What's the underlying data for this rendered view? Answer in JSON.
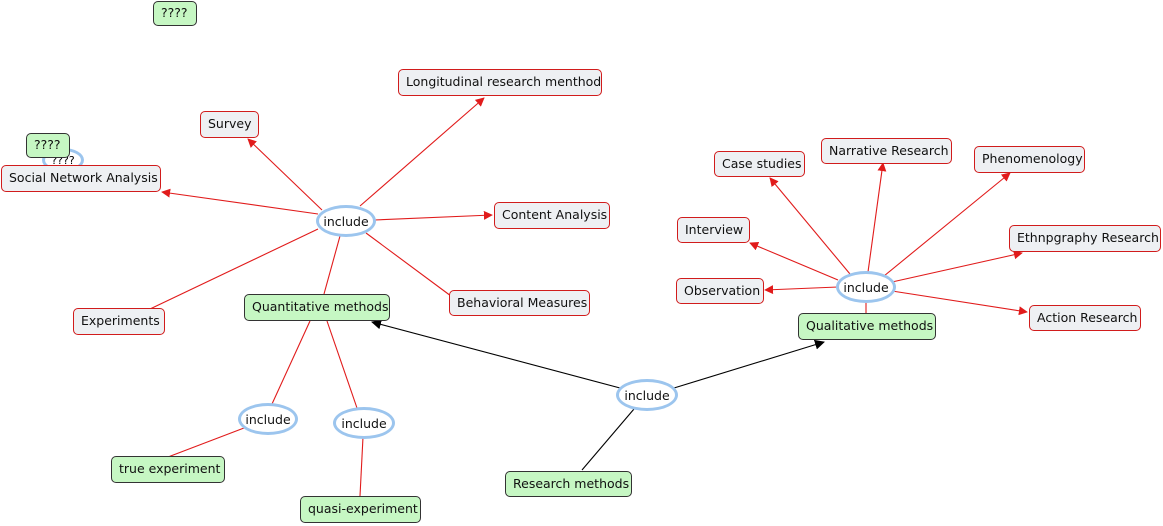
{
  "concepts": {
    "top_note": "????",
    "longitudinal": "Longitudinal research menthod",
    "survey": "Survey",
    "sna_note_bubble": "????",
    "sna_note_box": "????",
    "social_network_analysis": "Social Network Analysis",
    "content_analysis": "Content Analysis",
    "experiments": "Experiments",
    "quantitative_methods": "Quantitative methods",
    "behavioral_measures": "Behavioral Measures",
    "true_experiment": "true experiment",
    "quasi_experiment": "quasi-experiment",
    "research_methods": "Research methods",
    "case_studies": "Case studies",
    "narrative_research": "Narrative Research",
    "phenomenology": "Phenomenology",
    "interview": "Interview",
    "ethnography_research": "Ethnpgraphy Research",
    "observation": "Observation",
    "qualitative_methods": "Qualitative methods",
    "action_research": "Action Research"
  },
  "links": {
    "quant_types": "include",
    "experiment_types_1": "include",
    "experiment_types_2": "include",
    "research_types": "include",
    "qual_types": "include"
  },
  "colors": {
    "red_edge": "#e11b1b",
    "black_edge": "#000000",
    "link_ring": "#9cc5ee",
    "green_fill": "#c6f7c3",
    "gray_fill": "#eef0f3"
  }
}
